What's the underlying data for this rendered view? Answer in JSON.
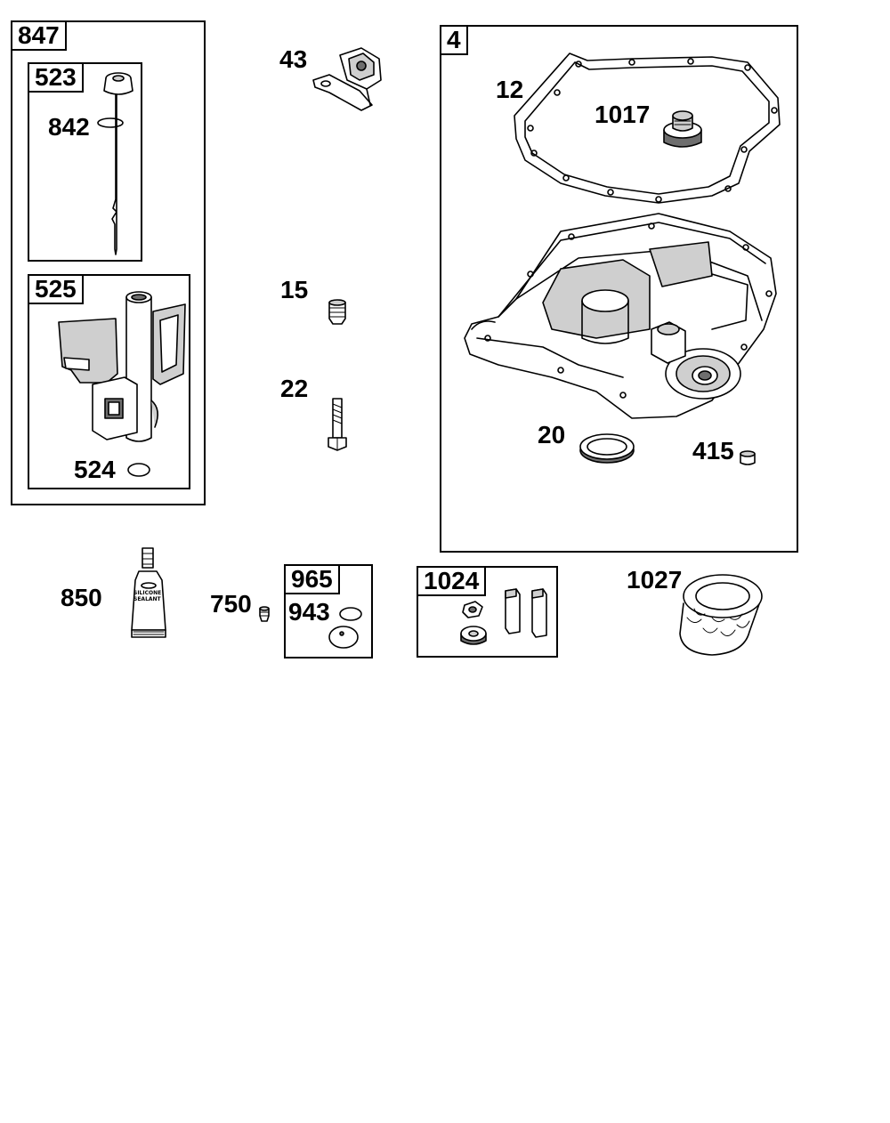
{
  "kits": {
    "k847": "847",
    "k523": "523",
    "k525": "525",
    "k4": "4",
    "k965": "965",
    "k1024": "1024"
  },
  "parts": {
    "p842": "842",
    "p524": "524",
    "p43": "43",
    "p15": "15",
    "p22": "22",
    "p12": "12",
    "p1017": "1017",
    "p20": "20",
    "p415": "415",
    "p850": "850",
    "p750": "750",
    "p943": "943",
    "p1027": "1027"
  },
  "tube_printing": {
    "line1": "SILICONE",
    "line2": "SEALANT"
  }
}
